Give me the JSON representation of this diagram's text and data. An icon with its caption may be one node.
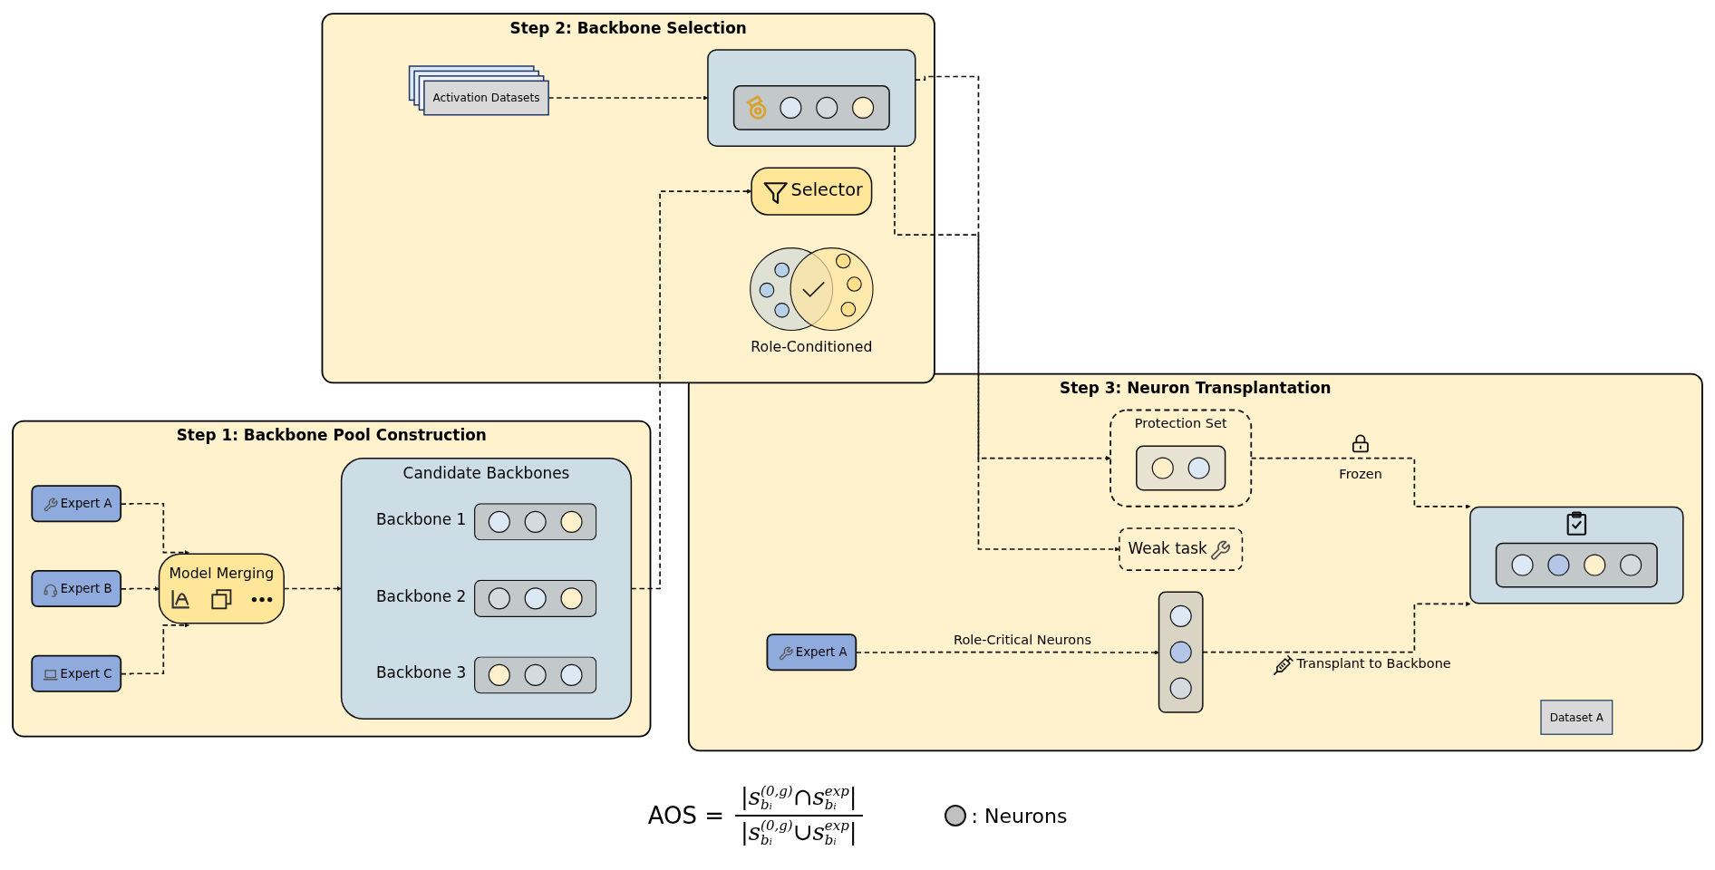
{
  "diagram": {
    "nodes": [
      {
        "text": [
          "Step 1: Backbone Pool Construction"
        ]
      },
      {
        "text": [
          "Expert A"
        ],
        "in": 0
      },
      {
        "text": [
          "Expert B"
        ],
        "in": 0
      },
      {
        "text": [
          "Expert C"
        ],
        "in": 0
      },
      {
        "text": [
          "Model Merging"
        ],
        "in": 0
      },
      {
        "text": [
          "Candidate Backbones"
        ],
        "in": 0
      },
      {
        "text": [
          "Backbone 1"
        ],
        "in": 5
      },
      {
        "text": [
          "Backbone 2"
        ],
        "in": 5
      },
      {
        "text": [
          "Backbone 3"
        ],
        "in": 5
      },
      {
        "text": [
          "Step 2: Backbone Selection"
        ]
      },
      {
        "text": [
          "Selector"
        ],
        "in": 9
      },
      {
        "text": [
          "Role-Conditioned"
        ],
        "in": 9
      },
      {
        "text": [
          "Activation Datasets"
        ],
        "in": 9
      },
      {
        "text": [],
        "shape": "box",
        "in": 9
      },
      {
        "text": [],
        "shape": "bar",
        "in": 13
      },
      {
        "text": [
          "Step 3: Neuron Transplantation"
        ]
      },
      {
        "text": [
          "Weak task"
        ],
        "in": 15
      },
      {
        "text": [
          "Expert A"
        ],
        "in": 15
      },
      {
        "text": [
          "Dataset A"
        ],
        "in": 15
      },
      {
        "text": [],
        "shape": "bar",
        "in": 15
      },
      {
        "text": [
          "Protection Set"
        ],
        "in": 15
      },
      {
        "text": [],
        "shape": "bar",
        "in": 20
      },
      {
        "text": [],
        "shape": "box",
        "in": 15
      },
      {
        "text": [],
        "shape": "bar",
        "in": 22
      }
    ],
    "edges": [
      {
        "from": 1,
        "to": 4,
        "arrow": "to",
        "style": "dashed"
      },
      {
        "from": 2,
        "to": 4,
        "arrow": "to",
        "style": "dashed"
      },
      {
        "from": 3,
        "to": 4,
        "arrow": "to",
        "style": "dashed"
      },
      {
        "from": 4,
        "to": 5,
        "arrow": "to",
        "style": "dashed"
      },
      {
        "from": 5,
        "to": 10,
        "arrow": "to",
        "style": "dashed"
      },
      {
        "from": 12,
        "to": 13,
        "arrow": "to",
        "style": "dashed"
      },
      {
        "from": 13,
        "to": 16,
        "arrow": "to",
        "style": "dashed"
      },
      {
        "from": 13,
        "to": 20,
        "arrow": "to",
        "style": "dashed"
      },
      {
        "from": 17,
        "to": 19,
        "label": "Role-Critical Neurons",
        "arrow": "to",
        "style": "dashed"
      },
      {
        "from": 20,
        "to": 22,
        "label": "Frozen",
        "arrow": "to",
        "style": "dashed"
      },
      {
        "from": 19,
        "to": 22,
        "label": "Transplant to Backbone",
        "arrow": "to",
        "style": "dashed"
      }
    ],
    "labels": [
      "AOS =",
      "|s$_{bᵢ}$$^{(0,g)}$∩s$_{bᵢ}$$^{exp}$|",
      "|s$_{bᵢ}$$^{(0,g)}$∪s$_{bᵢ}$$^{exp}$|"
    ],
    "legend": [
      {
        "text": ": Neurons",
        "color": "#c0c0c0"
      }
    ]
  }
}
